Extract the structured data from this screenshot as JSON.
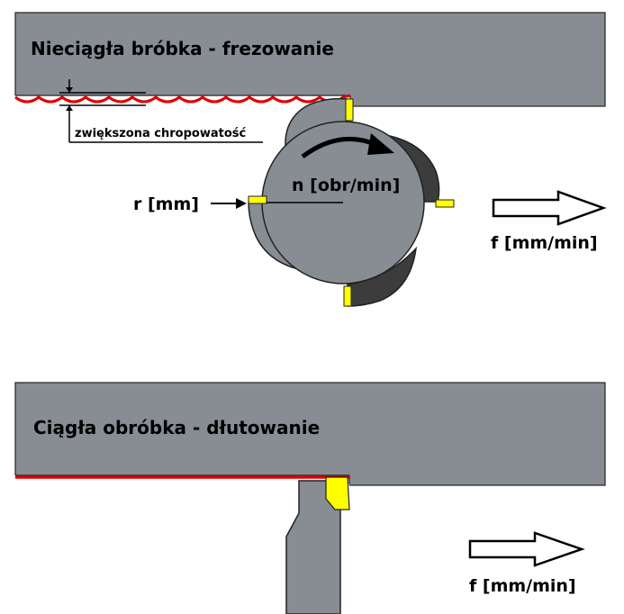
{
  "milling": {
    "title": "Nieciągła bróbka - frezowanie",
    "roughness_label": "zwiększona chropowatość",
    "radius_label": "r [mm]",
    "speed_label": "n [obr/min]",
    "feed_label": "f [mm/min]"
  },
  "shaping": {
    "title": "Ciągła obróbka - dłutowanie",
    "feed_label": "f [mm/min]"
  },
  "colors": {
    "workpiece": "#878d93",
    "tool_dark": "#3c3c3c",
    "insert": "#ffff00",
    "surface": "#e00000",
    "outline": "#222222"
  }
}
